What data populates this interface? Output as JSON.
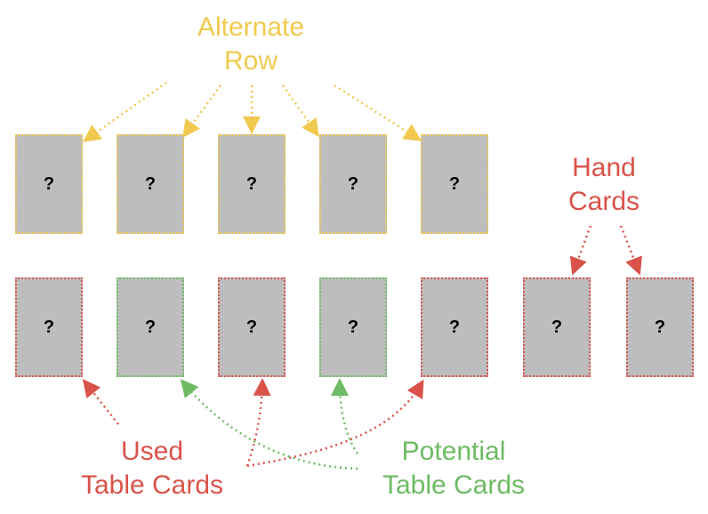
{
  "colors": {
    "yellow": "#f0c94e",
    "red": "#d9534a",
    "green": "#6dbb63",
    "card_fill": "#bdbdbd"
  },
  "labels": {
    "alternate_row": {
      "line1": "Alternate",
      "line2": "Row"
    },
    "hand_cards": {
      "line1": "Hand",
      "line2": "Cards"
    },
    "used_table_cards": {
      "line1": "Used",
      "line2": "Table Cards"
    },
    "potential_table_cards": {
      "line1": "Potential",
      "line2": "Table Cards"
    }
  },
  "alternate_row_cards": [
    {
      "face": "?",
      "group": "alternate"
    },
    {
      "face": "?",
      "group": "alternate"
    },
    {
      "face": "?",
      "group": "alternate"
    },
    {
      "face": "?",
      "group": "alternate"
    },
    {
      "face": "?",
      "group": "alternate"
    }
  ],
  "table_row_cards": [
    {
      "face": "?",
      "group": "used"
    },
    {
      "face": "?",
      "group": "potential"
    },
    {
      "face": "?",
      "group": "used"
    },
    {
      "face": "?",
      "group": "potential"
    },
    {
      "face": "?",
      "group": "used"
    },
    {
      "face": "?",
      "group": "hand"
    },
    {
      "face": "?",
      "group": "hand"
    }
  ]
}
